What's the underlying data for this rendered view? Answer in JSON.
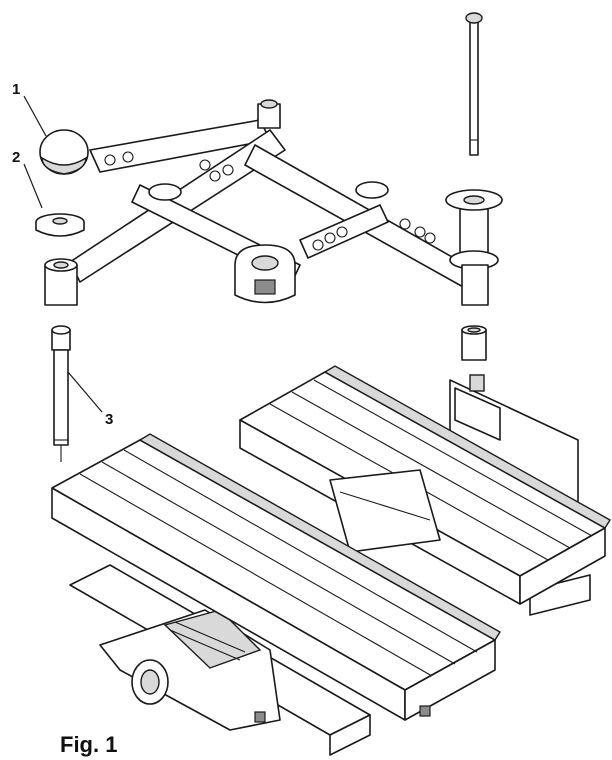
{
  "figure": {
    "caption": "Fig. 1",
    "callouts": [
      {
        "id": "1",
        "label": "1"
      },
      {
        "id": "2",
        "label": "2"
      },
      {
        "id": "3",
        "label": "3"
      }
    ]
  }
}
